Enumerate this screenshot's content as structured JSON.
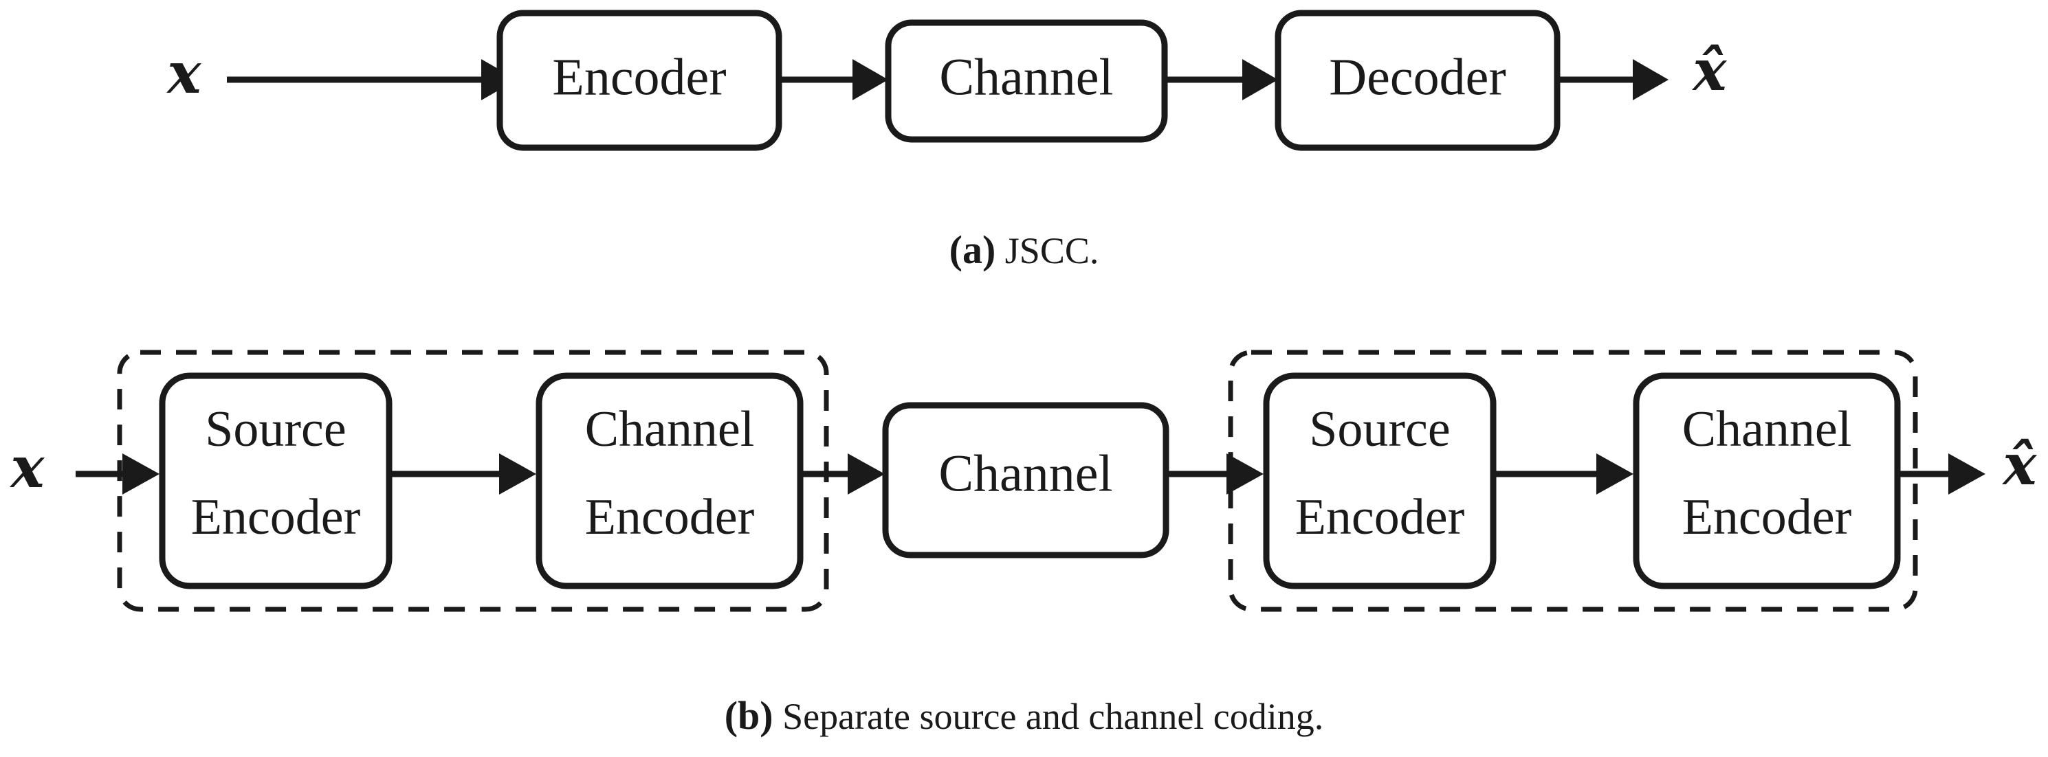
{
  "figure": {
    "background_color": "#ffffff",
    "stroke_color": "#1a1a1a",
    "subfigures": [
      {
        "id": "jscc",
        "caption_tag": "(a)",
        "caption_text": "JSCC.",
        "input_label": "x",
        "output_label": "x̂",
        "blocks": [
          {
            "label": "Encoder"
          },
          {
            "label": "Channel"
          },
          {
            "label": "Decoder"
          }
        ]
      },
      {
        "id": "separate",
        "caption_tag": "(b)",
        "caption_text": "Separate source and channel coding.",
        "input_label": "x",
        "output_label": "x̂",
        "groups": [
          {
            "id": "transmitter",
            "blocks": [
              {
                "line1": "Source",
                "line2": "Encoder"
              },
              {
                "line1": "Channel",
                "line2": "Encoder"
              }
            ]
          },
          {
            "id": "receiver",
            "blocks": [
              {
                "line1": "Source",
                "line2": "Encoder"
              },
              {
                "line1": "Channel",
                "line2": "Encoder"
              }
            ]
          }
        ],
        "middle_block": {
          "label": "Channel"
        }
      }
    ]
  },
  "captions": {
    "a": {
      "tag": "(a)",
      "text": " JSCC."
    },
    "b": {
      "tag": "(b)",
      "text": " Separate source and channel coding."
    }
  },
  "labels": {
    "x": "𝒙",
    "x_hat": "𝒙̂",
    "encoder": "Encoder",
    "channel": "Channel",
    "decoder": "Decoder",
    "source": "Source",
    "channel_word": "Channel",
    "encoder_word": "Encoder"
  }
}
